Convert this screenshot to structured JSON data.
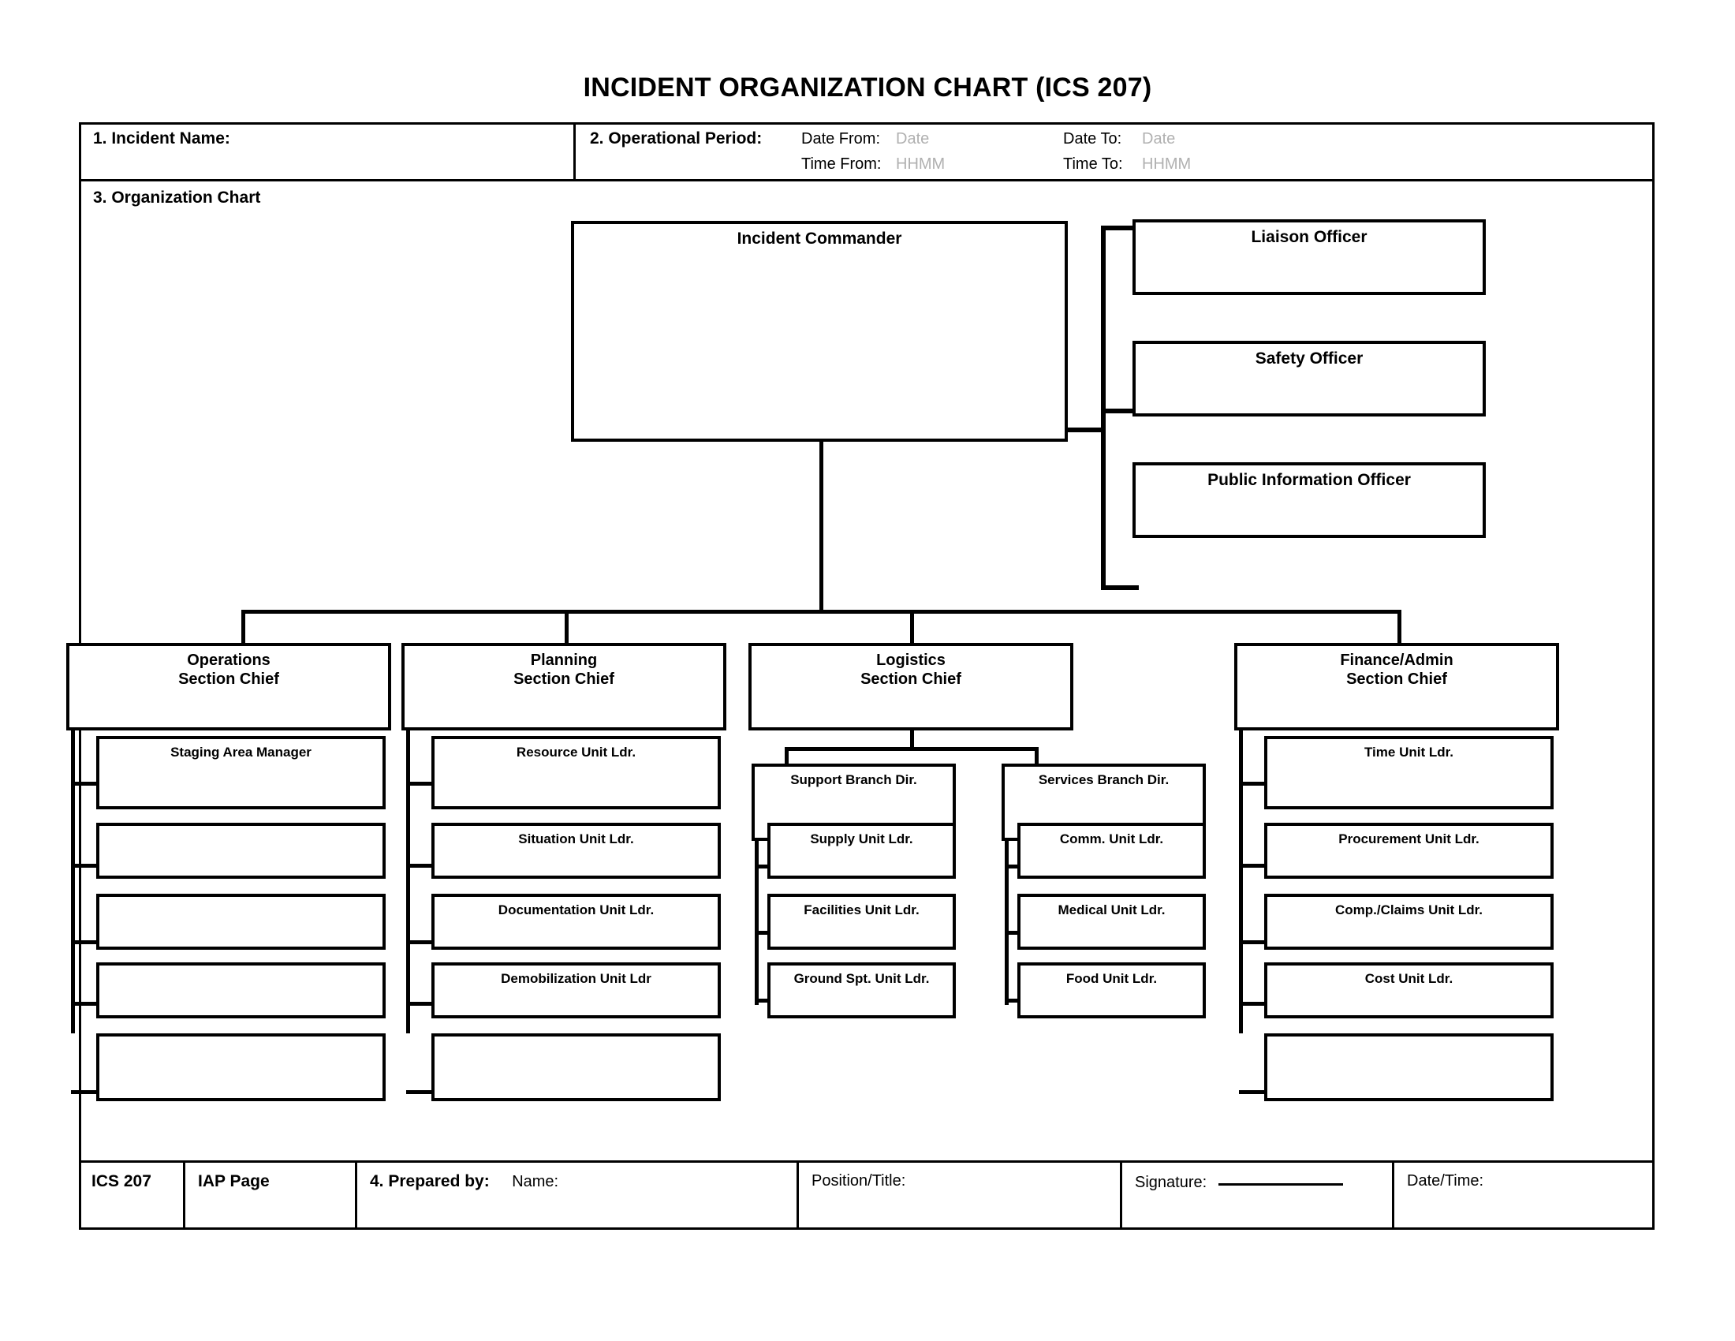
{
  "form": {
    "title": "INCIDENT ORGANIZATION CHART (ICS 207)",
    "incident_name_label": "1. Incident Name:",
    "operational_period_label": "2. Operational Period:",
    "date_from_label": "Date From:",
    "date_from_value": "Date",
    "date_to_label": "Date To:",
    "date_to_value": "Date",
    "time_from_label": "Time From:",
    "time_from_value": "HHMM",
    "time_to_label": "Time To:",
    "time_to_value": "HHMM",
    "org_chart_label": "3. Organization Chart",
    "placeholder_color": "#b0b0b0"
  },
  "footer": {
    "form_id": "ICS 207",
    "iap_page": "IAP Page",
    "prepared_by_label": "4. Prepared by:",
    "name_label": "Name:",
    "position_title_label": "Position/Title:",
    "signature_label": "Signature:",
    "date_time_label": "Date/Time:"
  },
  "chart_data": {
    "type": "diagram",
    "title": "Incident Organization Chart",
    "command": {
      "incident_commander": "Incident Commander",
      "command_staff": [
        "Liaison Officer",
        "Safety Officer",
        "Public Information Officer"
      ]
    },
    "sections": [
      {
        "id": "operations",
        "chief": "Operations\nSection Chief",
        "children": [
          "Staging Area Manager",
          "",
          "",
          "",
          ""
        ]
      },
      {
        "id": "planning",
        "chief": "Planning\nSection Chief",
        "children": [
          "Resource Unit Ldr.",
          "Situation Unit Ldr.",
          "Documentation Unit Ldr.",
          "Demobilization Unit Ldr",
          ""
        ]
      },
      {
        "id": "logistics",
        "chief": "Logistics\nSection Chief",
        "branches": [
          {
            "id": "support-branch",
            "director": "Support Branch Dir.",
            "children": [
              "Supply Unit Ldr.",
              "Facilities Unit Ldr.",
              "Ground Spt. Unit Ldr."
            ]
          },
          {
            "id": "services-branch",
            "director": "Services Branch Dir.",
            "children": [
              "Comm. Unit Ldr.",
              "Medical Unit Ldr.",
              "Food Unit Ldr."
            ]
          }
        ]
      },
      {
        "id": "finance-admin",
        "chief": "Finance/Admin\nSection Chief",
        "children": [
          "Time Unit Ldr.",
          "Procurement Unit Ldr.",
          "Comp./Claims Unit Ldr.",
          "Cost Unit Ldr.",
          ""
        ]
      }
    ]
  }
}
